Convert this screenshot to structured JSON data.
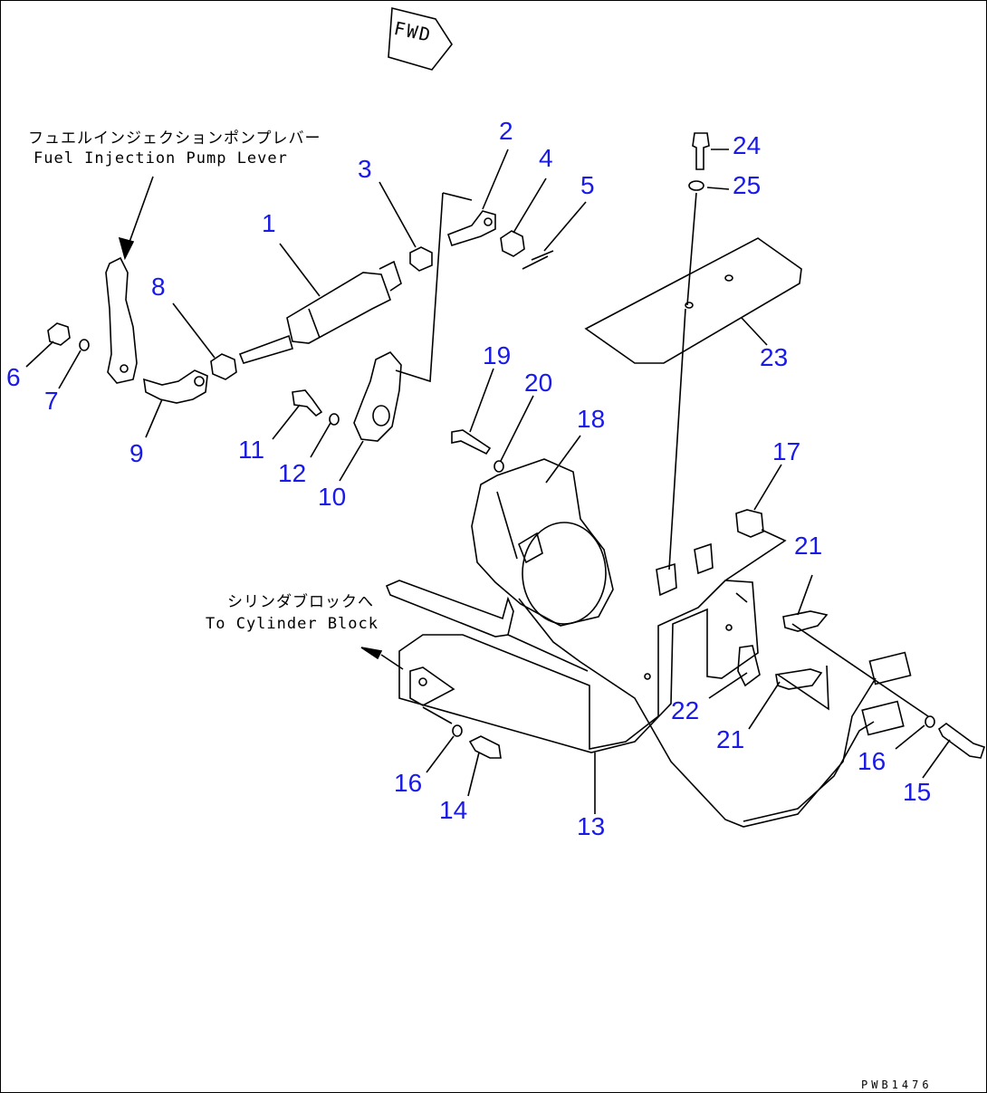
{
  "diagram": {
    "fwd_label": "FWD",
    "note_pump_jp": "フュエルインジェクションポンプレバー",
    "note_pump_en": "Fuel Injection Pump Lever",
    "note_block_jp": "シリンダブロックへ",
    "note_block_en": "To Cylinder Block",
    "drawing_number": "PWB1476",
    "callouts": [
      {
        "id": "c1",
        "text": "1"
      },
      {
        "id": "c2",
        "text": "2"
      },
      {
        "id": "c3",
        "text": "3"
      },
      {
        "id": "c4",
        "text": "4"
      },
      {
        "id": "c5",
        "text": "5"
      },
      {
        "id": "c6",
        "text": "6"
      },
      {
        "id": "c7",
        "text": "7"
      },
      {
        "id": "c8",
        "text": "8"
      },
      {
        "id": "c9",
        "text": "9"
      },
      {
        "id": "c10",
        "text": "10"
      },
      {
        "id": "c11",
        "text": "11"
      },
      {
        "id": "c12",
        "text": "12"
      },
      {
        "id": "c13",
        "text": "13"
      },
      {
        "id": "c14",
        "text": "14"
      },
      {
        "id": "c15",
        "text": "15"
      },
      {
        "id": "c16a",
        "text": "16"
      },
      {
        "id": "c16b",
        "text": "16"
      },
      {
        "id": "c17",
        "text": "17"
      },
      {
        "id": "c18",
        "text": "18"
      },
      {
        "id": "c19",
        "text": "19"
      },
      {
        "id": "c20",
        "text": "20"
      },
      {
        "id": "c21a",
        "text": "21"
      },
      {
        "id": "c21b",
        "text": "21"
      },
      {
        "id": "c22",
        "text": "22"
      },
      {
        "id": "c23",
        "text": "23"
      },
      {
        "id": "c24",
        "text": "24"
      },
      {
        "id": "c25",
        "text": "25"
      }
    ]
  }
}
